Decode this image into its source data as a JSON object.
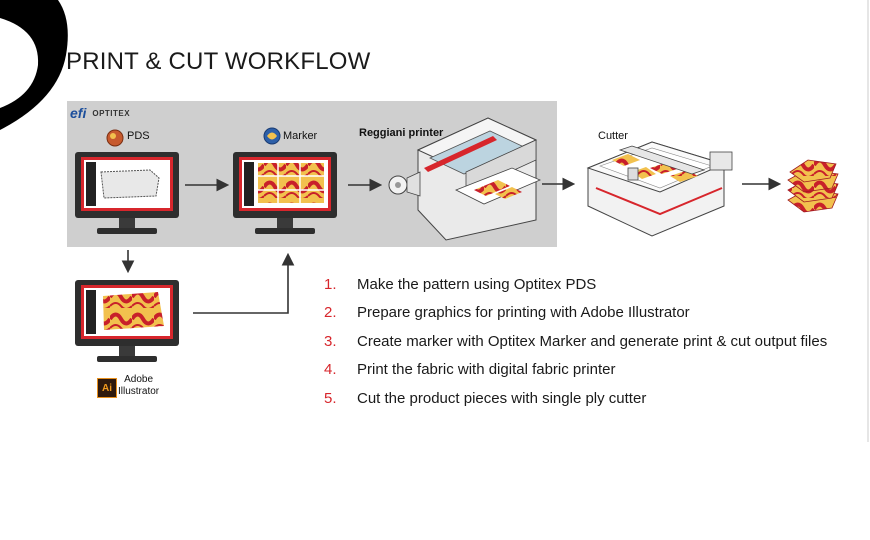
{
  "title": "PRINT & CUT WORKFLOW",
  "brand": {
    "logo": "efi",
    "name": "OPTITEX"
  },
  "stations": {
    "pds": "PDS",
    "marker": "Marker",
    "printer": "Reggiani printer",
    "cutter": "Cutter",
    "illustrator_line1": "Adobe",
    "illustrator_line2": "Illustrator",
    "ai_badge": "Ai"
  },
  "steps": [
    {
      "num": "1.",
      "text": "Make the pattern using Optitex PDS"
    },
    {
      "num": "2.",
      "text": "Prepare graphics for printing with Adobe Illustrator"
    },
    {
      "num": "3.",
      "text": "Create marker with Optitex Marker and generate print & cut output files"
    },
    {
      "num": "4.",
      "text": "Print the fabric with digital fabric printer"
    },
    {
      "num": "5.",
      "text": "Cut the product pieces with single ply cutter"
    }
  ],
  "colors": {
    "accent_red": "#d7262c",
    "graybox": "#cfcfcf",
    "fabric_yellow": "#f2c14e",
    "fabric_red": "#c8202a"
  }
}
